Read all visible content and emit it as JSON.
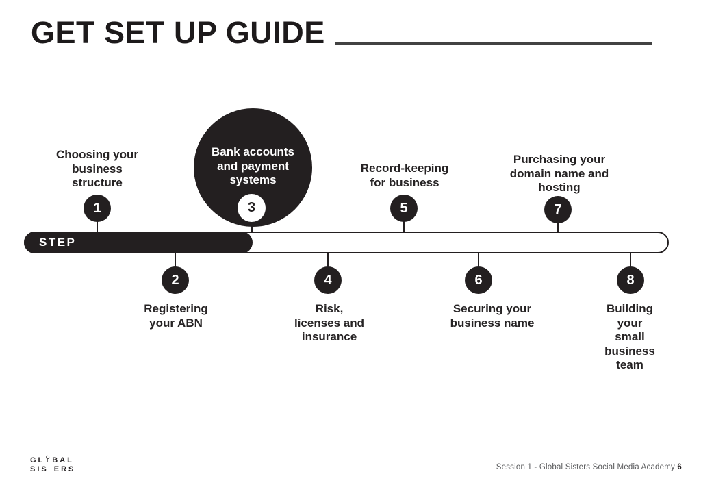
{
  "title": "GET SET UP GUIDE",
  "timeline": {
    "bar_label": "STEP",
    "steps": [
      {
        "number": "1",
        "label": "Choosing your\nbusiness\nstructure",
        "position": "above"
      },
      {
        "number": "2",
        "label": "Registering\nyour ABN",
        "position": "below"
      },
      {
        "number": "3",
        "label": "Bank accounts\nand payment\nsystems",
        "position": "above",
        "highlighted": true
      },
      {
        "number": "4",
        "label": "Risk,\nlicenses and\ninsurance",
        "position": "below"
      },
      {
        "number": "5",
        "label": "Record-keeping\nfor business",
        "position": "above"
      },
      {
        "number": "6",
        "label": "Securing your\nbusiness name",
        "position": "below"
      },
      {
        "number": "7",
        "label": "Purchasing your\ndomain name and\nhosting",
        "position": "above"
      },
      {
        "number": "8",
        "label": "Building your\nsmall business\nteam",
        "position": "below"
      }
    ]
  },
  "footer": {
    "logo": {
      "part1": "GL",
      "part2": "BAL",
      "part3": "SIS",
      "part4": "ERS",
      "symbol": "♀"
    },
    "session_text": "Session 1 - Global Sisters Social Media Academy",
    "page_number": "6"
  },
  "colors": {
    "ink": "#231f20",
    "background": "#ffffff",
    "rule": "#424242"
  }
}
